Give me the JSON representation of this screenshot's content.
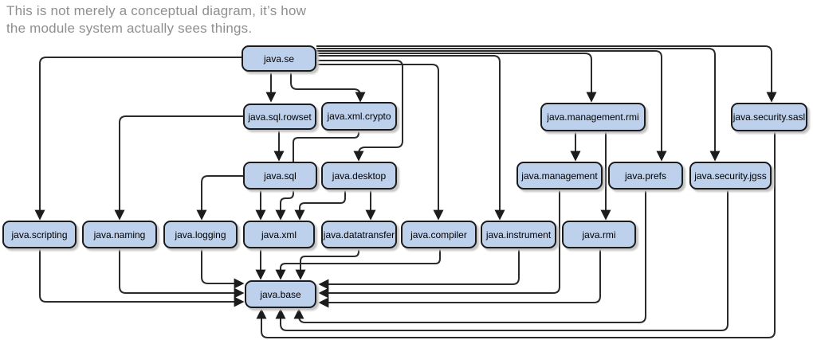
{
  "title": "This is not merely a conceptual diagram, it’s how the module system actually sees things.",
  "nodes": [
    {
      "id": "java.se",
      "label": "java.se"
    },
    {
      "id": "java.sql.rowset",
      "label": "java.sql.rowset"
    },
    {
      "id": "java.xml.crypto",
      "label": "java.xml.crypto"
    },
    {
      "id": "java.management.rmi",
      "label": "java.management.rmi"
    },
    {
      "id": "java.security.sasl",
      "label": "java.security.sasl"
    },
    {
      "id": "java.sql",
      "label": "java.sql"
    },
    {
      "id": "java.desktop",
      "label": "java.desktop"
    },
    {
      "id": "java.management",
      "label": "java.management"
    },
    {
      "id": "java.prefs",
      "label": "java.prefs"
    },
    {
      "id": "java.security.jgss",
      "label": "java.security.jgss"
    },
    {
      "id": "java.scripting",
      "label": "java.scripting"
    },
    {
      "id": "java.naming",
      "label": "java.naming"
    },
    {
      "id": "java.logging",
      "label": "java.logging"
    },
    {
      "id": "java.xml",
      "label": "java.xml"
    },
    {
      "id": "java.datatransfer",
      "label": "java.datatransfer"
    },
    {
      "id": "java.compiler",
      "label": "java.compiler"
    },
    {
      "id": "java.instrument",
      "label": "java.instrument"
    },
    {
      "id": "java.rmi",
      "label": "java.rmi"
    },
    {
      "id": "java.base",
      "label": "java.base"
    }
  ],
  "edges": [
    {
      "from": "java.se",
      "to": "java.sql.rowset"
    },
    {
      "from": "java.se",
      "to": "java.xml.crypto"
    },
    {
      "from": "java.se",
      "to": "java.scripting"
    },
    {
      "from": "java.se",
      "to": "java.desktop"
    },
    {
      "from": "java.se",
      "to": "java.compiler"
    },
    {
      "from": "java.se",
      "to": "java.instrument"
    },
    {
      "from": "java.se",
      "to": "java.management.rmi"
    },
    {
      "from": "java.se",
      "to": "java.prefs"
    },
    {
      "from": "java.se",
      "to": "java.security.jgss"
    },
    {
      "from": "java.se",
      "to": "java.security.sasl"
    },
    {
      "from": "java.sql.rowset",
      "to": "java.sql"
    },
    {
      "from": "java.sql.rowset",
      "to": "java.naming"
    },
    {
      "from": "java.xml.crypto",
      "to": "java.xml"
    },
    {
      "from": "java.sql",
      "to": "java.logging"
    },
    {
      "from": "java.sql",
      "to": "java.xml"
    },
    {
      "from": "java.desktop",
      "to": "java.xml"
    },
    {
      "from": "java.desktop",
      "to": "java.datatransfer"
    },
    {
      "from": "java.management.rmi",
      "to": "java.management"
    },
    {
      "from": "java.management.rmi",
      "to": "java.rmi"
    },
    {
      "from": "java.xml",
      "to": "java.base"
    },
    {
      "from": "java.datatransfer",
      "to": "java.base"
    },
    {
      "from": "java.compiler",
      "to": "java.base"
    },
    {
      "from": "java.scripting",
      "to": "java.base"
    },
    {
      "from": "java.naming",
      "to": "java.base"
    },
    {
      "from": "java.logging",
      "to": "java.base"
    },
    {
      "from": "java.instrument",
      "to": "java.base"
    },
    {
      "from": "java.management",
      "to": "java.base"
    },
    {
      "from": "java.rmi",
      "to": "java.base"
    },
    {
      "from": "java.prefs",
      "to": "java.base"
    },
    {
      "from": "java.security.jgss",
      "to": "java.base"
    },
    {
      "from": "java.security.sasl",
      "to": "java.base"
    }
  ],
  "colors": {
    "background": "#ffffff",
    "node_fill": "#bdd0ec",
    "node_border": "#1c1c1c",
    "node_shadow": "#c4c4c4",
    "edge_line": "#2b2b2b",
    "arrowhead": "#1c1c1c",
    "title_text": "#8f8f8f"
  }
}
